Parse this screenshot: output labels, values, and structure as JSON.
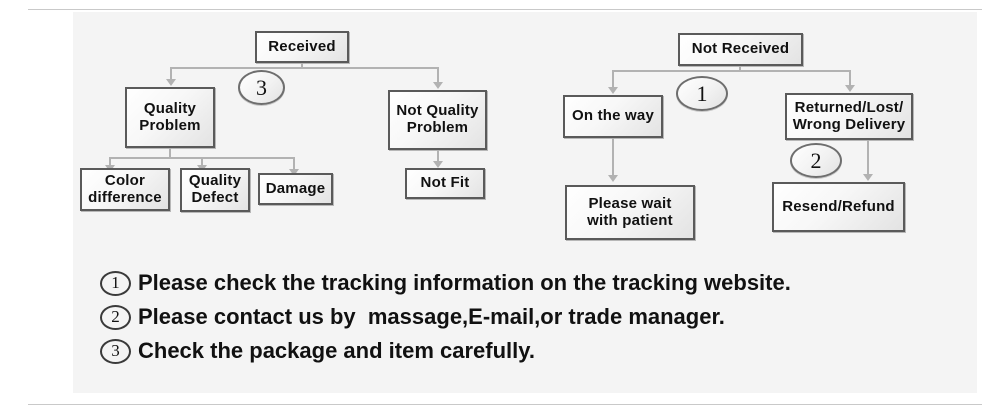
{
  "diagram": {
    "title_hidden": "",
    "background_panel_color": "#f4f4f4",
    "node_border_color": "#5a5a5a",
    "connector_color": "#b2b2b2",
    "left_tree": {
      "root": "Received",
      "nodes": {
        "quality_problem": "Quality\nProblem",
        "not_quality_problem": "Not Quality\nProblem",
        "color_difference": "Color\ndifference",
        "quality_defect": "Quality\nDefect",
        "damage": "Damage",
        "not_fit": "Not Fit"
      },
      "marker": "3"
    },
    "right_tree": {
      "root": "Not  Received",
      "nodes": {
        "on_the_way": "On the way",
        "returned_lost_wrong": "Returned/Lost/\nWrong Delivery",
        "please_wait": "Please wait\nwith patient",
        "resend_refund": "Resend/Refund"
      },
      "marker_top": "1",
      "marker_bottom": "2"
    }
  },
  "legend": {
    "items": [
      {
        "num": "1",
        "text": "Please check the tracking information on the tracking website."
      },
      {
        "num": "2",
        "text": "Please contact us by  massage,E-mail,or trade manager."
      },
      {
        "num": "3",
        "text": "Check the package and item carefully."
      }
    ]
  }
}
